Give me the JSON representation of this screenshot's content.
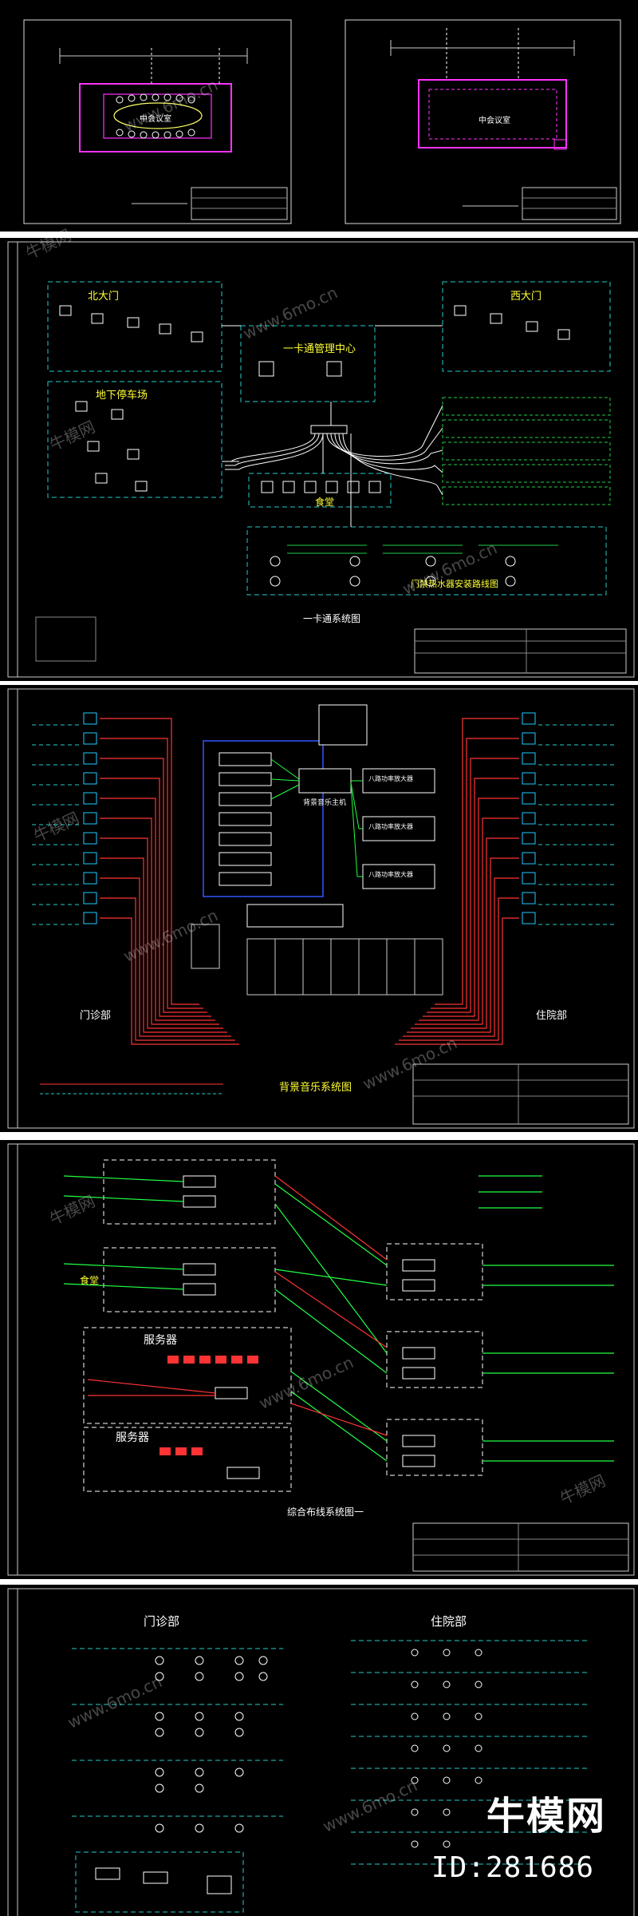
{
  "watermark": {
    "site": "www.6mo.cn",
    "brand": "牛模网",
    "brand_main": "牛模网",
    "brand_id": "ID:281686"
  },
  "sheet1": {
    "left_room_label": "中会议室",
    "right_room_label": "中会议室"
  },
  "sheet2": {
    "title": "一卡通系统图",
    "north_gate": "北大门",
    "west_gate": "西大门",
    "parking": "地下停车场",
    "center": "一卡通管理中心",
    "canteen": "食堂",
    "water": "门禁热水器安装路线图"
  },
  "sheet3": {
    "title": "背景音乐系统图",
    "left_dept": "门诊部",
    "right_dept": "住院部",
    "host": "背景音乐主机",
    "zone_amp_1": "八路功率放大器",
    "zone_amp_2": "八路功率放大器",
    "zone_amp_3": "八路功率放大器"
  },
  "sheet4": {
    "title": "综合布线系统图一",
    "server_1": "服务器",
    "server_2": "服务器",
    "canteen": "食堂"
  },
  "sheet5": {
    "left_dept": "门诊部",
    "right_dept": "住院部"
  }
}
